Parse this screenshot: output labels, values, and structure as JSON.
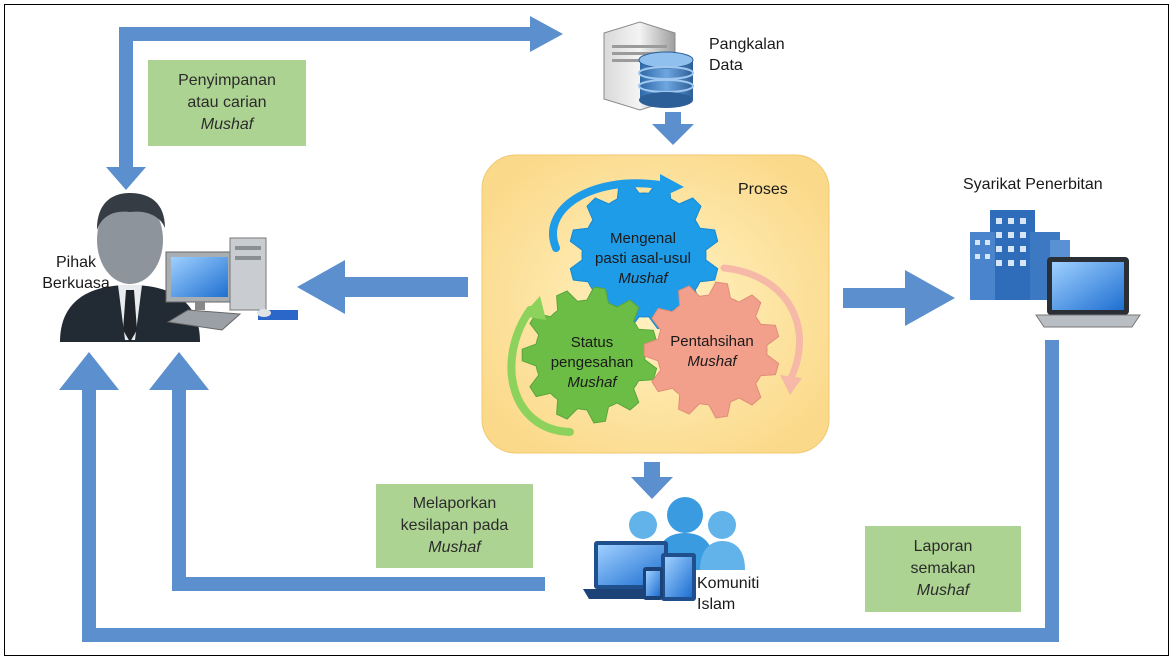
{
  "nodes": {
    "database": {
      "label_line1": "Pangkalan",
      "label_line2": "Data"
    },
    "process": {
      "title": "Proses"
    },
    "authority": {
      "label_line1": "Pihak",
      "label_line2": "Berkuasa"
    },
    "publisher": {
      "label": "Syarikat Penerbitan"
    },
    "community": {
      "label_line1": "Komuniti",
      "label_line2": "Islam"
    }
  },
  "gears": {
    "identify": {
      "line1": "Mengenal",
      "line2": "pasti asal-usul",
      "line3": "Mushaf"
    },
    "status": {
      "line1": "Status",
      "line2": "pengesahan",
      "line3": "Mushaf"
    },
    "verify": {
      "line1": "Pentahsihan",
      "line2": "Mushaf"
    }
  },
  "boxes": {
    "storage": {
      "line1": "Penyimpanan",
      "line2": "atau carian",
      "line3": "Mushaf"
    },
    "report_error": {
      "line1": "Melaporkan",
      "line2": "kesilapan pada",
      "line3": "Mushaf"
    },
    "review": {
      "line1": "Laporan",
      "line2": "semakan",
      "line3": "Mushaf"
    }
  },
  "colors": {
    "arrow": "#5b8fce",
    "process_bg": "#fde6a5",
    "gear_blue": "#1e9ce8",
    "gear_green": "#6cbd45",
    "gear_salmon": "#f2a08c",
    "box_green": "#a9d18e"
  }
}
